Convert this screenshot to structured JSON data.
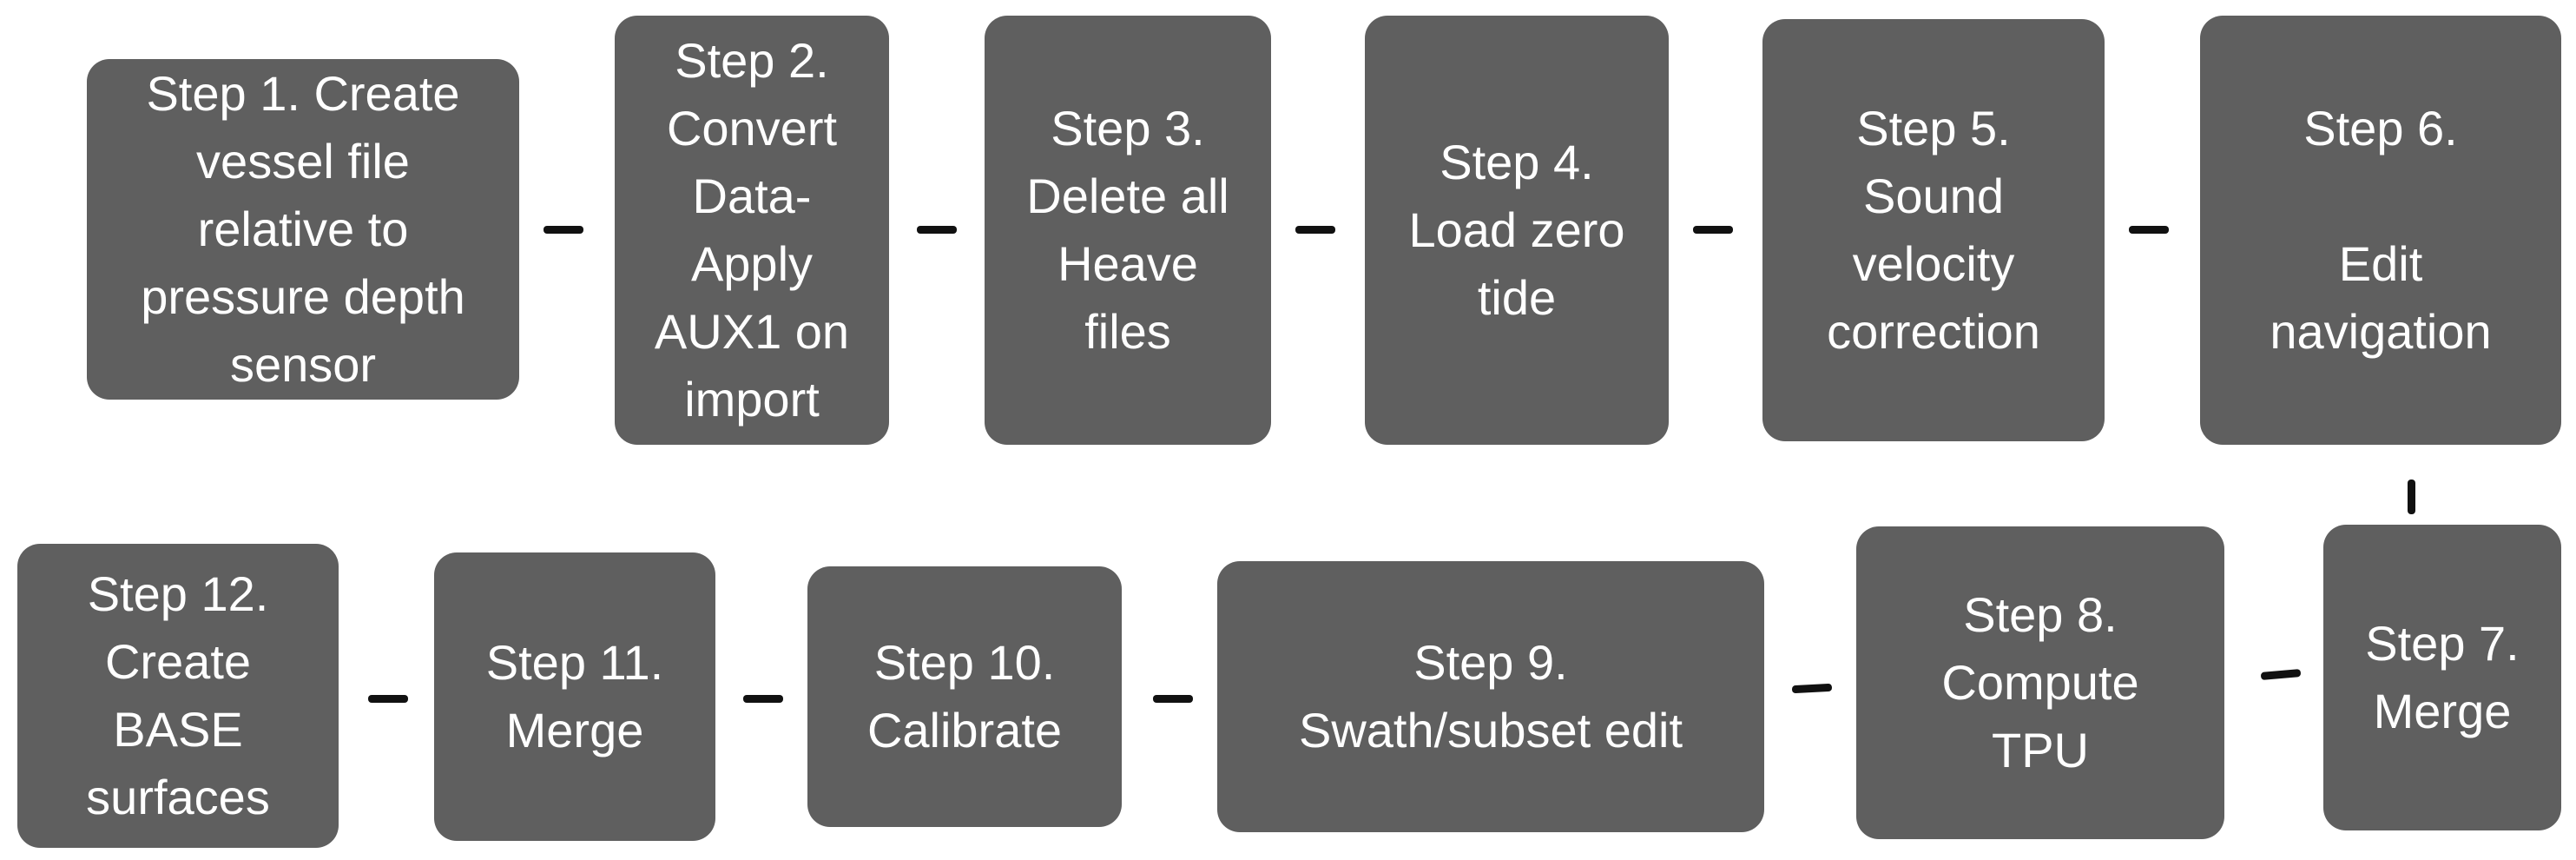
{
  "colors": {
    "box_fill": "#5f5f5f",
    "box_text": "#ffffff",
    "connector": "#111111",
    "background": "#ffffff"
  },
  "steps": [
    {
      "id": 1,
      "label": "Step 1. Create\nvessel file\nrelative to\npressure depth\nsensor"
    },
    {
      "id": 2,
      "label": "Step 2.\nConvert\nData-\nApply\nAUX1 on\nimport"
    },
    {
      "id": 3,
      "label": "Step 3.\nDelete all\nHeave\nfiles"
    },
    {
      "id": 4,
      "label": "Step 4.\nLoad zero\ntide"
    },
    {
      "id": 5,
      "label": "Step 5.\nSound\nvelocity\ncorrection"
    },
    {
      "id": 6,
      "label": "Step 6.\n\nEdit\nnavigation"
    },
    {
      "id": 7,
      "label": "Step 7.\nMerge"
    },
    {
      "id": 8,
      "label": "Step 8.\nCompute\nTPU"
    },
    {
      "id": 9,
      "label": "Step 9.\nSwath/subset edit"
    },
    {
      "id": 10,
      "label": "Step 10.\nCalibrate"
    },
    {
      "id": 11,
      "label": "Step 11.\nMerge"
    },
    {
      "id": 12,
      "label": "Step 12.\nCreate\nBASE\nsurfaces"
    }
  ]
}
